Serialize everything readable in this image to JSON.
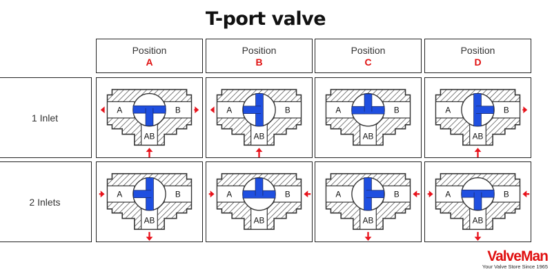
{
  "title": "T-port valve",
  "columns": [
    {
      "label": "Position",
      "letter": "A"
    },
    {
      "label": "Position",
      "letter": "B"
    },
    {
      "label": "Position",
      "letter": "C"
    },
    {
      "label": "Position",
      "letter": "D"
    }
  ],
  "rows": [
    {
      "label": "1 Inlet"
    },
    {
      "label": "2 Inlets"
    }
  ],
  "ports": {
    "a": "A",
    "b": "B",
    "ab": "AB"
  },
  "cells": [
    [
      {
        "stem": "down",
        "flows": {
          "A": "out",
          "B": "out",
          "AB": "in"
        }
      },
      {
        "stem": "left",
        "flows": {
          "A": "out",
          "AB": "in"
        }
      },
      {
        "stem": "up",
        "flows": {}
      },
      {
        "stem": "right",
        "flows": {
          "B": "out",
          "AB": "in"
        }
      }
    ],
    [
      {
        "stem": "left",
        "flows": {
          "A": "in",
          "AB": "out"
        }
      },
      {
        "stem": "up",
        "flows": {
          "A": "in",
          "B": "in"
        }
      },
      {
        "stem": "right",
        "flows": {
          "B": "in",
          "AB": "out"
        }
      },
      {
        "stem": "down",
        "flows": {
          "A": "in",
          "B": "in",
          "AB": "out"
        }
      }
    ]
  ],
  "colors": {
    "ball_port": "#1f4fe0",
    "arrow": "#e8121b",
    "brand": "#e01010"
  },
  "logo": {
    "brand": "ValveMan",
    "tagline": "Your Valve Store Since 1965"
  }
}
